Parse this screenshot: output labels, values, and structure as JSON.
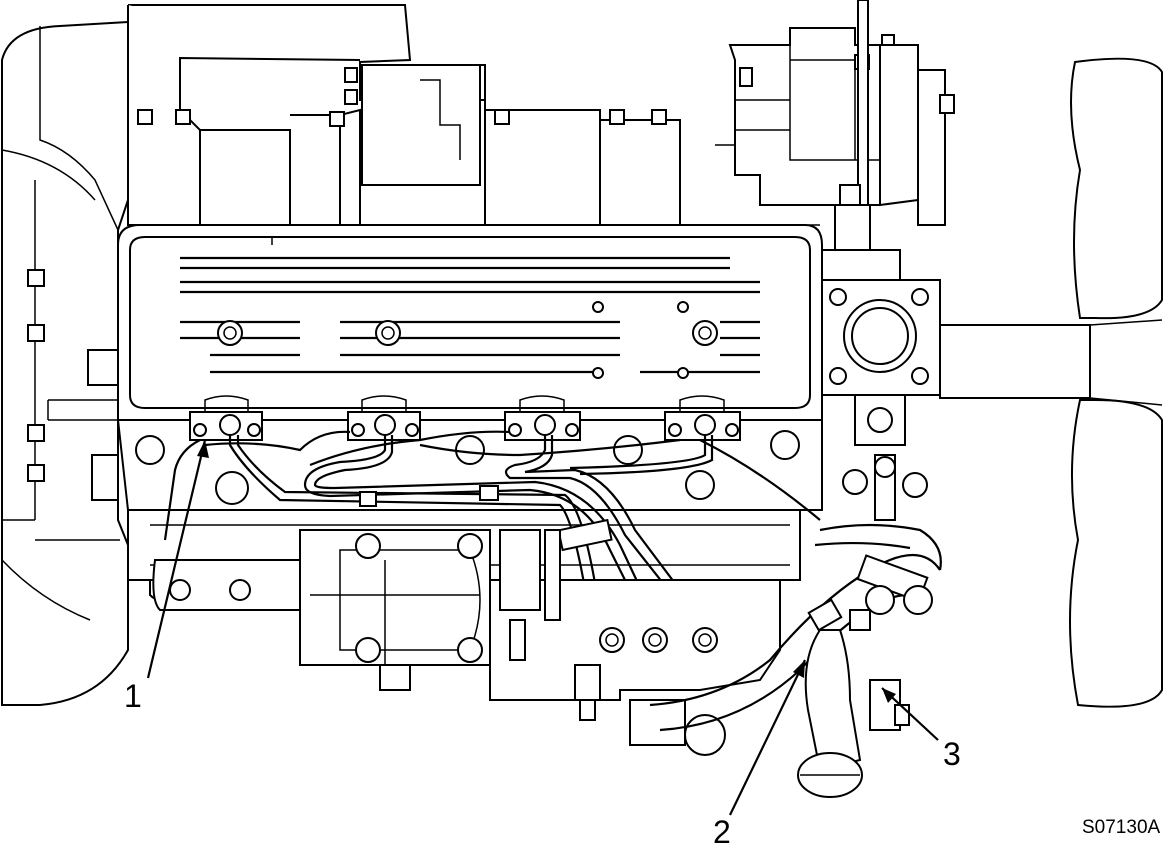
{
  "figure": {
    "reference_code": "S07130A",
    "callouts": [
      {
        "id": "1",
        "label": "1"
      },
      {
        "id": "2",
        "label": "2"
      },
      {
        "id": "3",
        "label": "3"
      }
    ]
  },
  "colors": {
    "line": "#000000",
    "background": "#ffffff"
  }
}
